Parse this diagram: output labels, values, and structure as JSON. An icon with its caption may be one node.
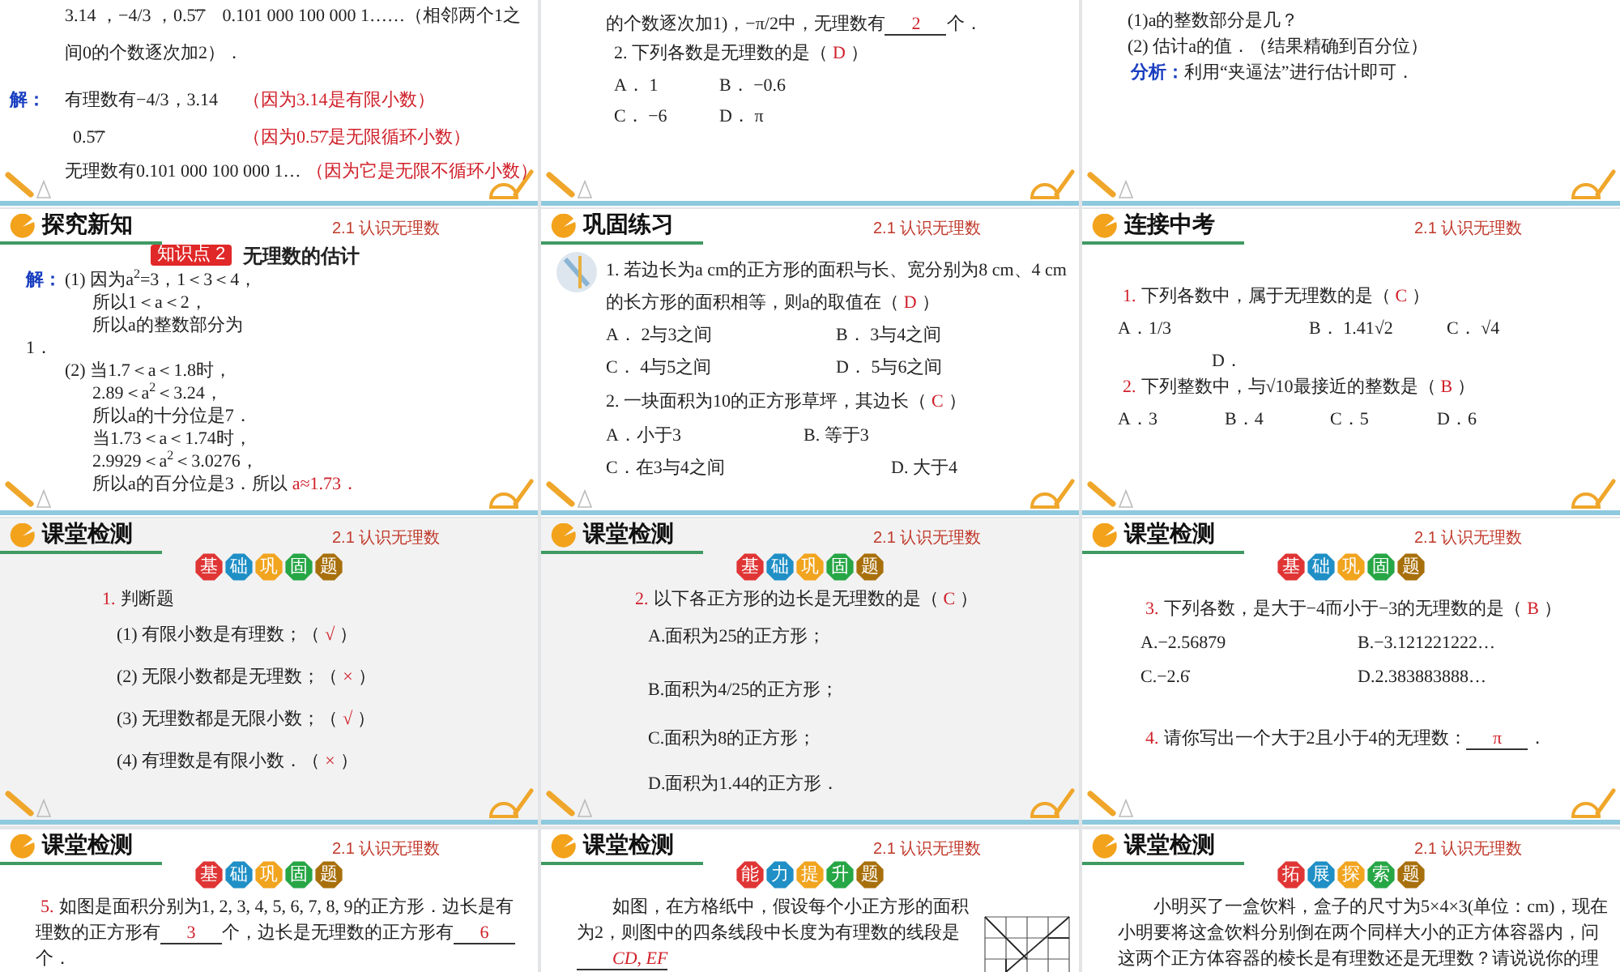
{
  "diagram": {
    "nodes": [
      {
        "text": [
          "3.14 ，−4/3 ，0.5̇7̇　0.101 000 100 000 1……（相邻两个1之间0的个数逐次加2）．",
          "解：",
          "有理数有−4/3，3.14",
          "（因为3.14是有限小数）",
          "0.5̇7̇",
          "（因为0.5̇7̇是无限循环小数）",
          "无理数有0.101 000 100 000 1…",
          "（因为它是无限不循环小数）"
        ]
      },
      {
        "text": [
          "的个数逐次加1)，−π/2中，无理数有",
          "2",
          "个．",
          "2. 下列各数是无理数的是（",
          "D",
          "）",
          "A． 1",
          "B． −0.6",
          "C． −6",
          "D． π"
        ]
      },
      {
        "text": [
          "(1)a的整数部分是几？",
          "(2) 估计a的值．（结果精确到百分位）",
          "分析：",
          "利用“夹逼法”进行估计即可．"
        ]
      },
      {
        "text": [
          "探究新知",
          "2.1 认识无理数",
          "无理数的估计",
          "解：",
          "(1) 因为a$^{2}$=3，1＜3＜4，",
          "所以1＜a＜2，",
          "所以a的整数部分为",
          "1．",
          "(2) 当1.7＜a＜1.8时，",
          "2.89＜a$^{2}$＜3.24，",
          "所以a的十分位是7．",
          "当1.73＜a＜1.74时，",
          "2.9929＜a$^{2}$＜3.0276，",
          "所以a的百分位是3．所以",
          "a≈1.73．"
        ]
      },
      {
        "text": [
          "知识点 2"
        ],
        "in": 3
      },
      {
        "text": [
          "巩固练习",
          "2.1 认识无理数",
          "1. 若边长为a cm的正方形的面积与长、宽分别为8 cm、4 cm的长方形的面积相等，则a的取值在（",
          "D",
          "）",
          "A． 2与3之间",
          "B． 3与4之间",
          "C． 4与5之间",
          "D． 5与6之间",
          "2. 一块面积为10的正方形草坪，其边长（",
          "C",
          "）",
          "A．小于3",
          "B. 等于3",
          "C．在3与4之间",
          "D. 大于4"
        ]
      },
      {
        "text": [
          "连接中考",
          "2.1 认识无理数",
          "1.",
          "下列各数中，属于无理数的是（",
          "C",
          "）",
          "A．1/3",
          "B． 1.41",
          "√2",
          "C． √4",
          "D．",
          "2.",
          "下列整数中，与√10最接近的整数是（",
          "B",
          "）",
          "A．3",
          "B．4",
          "C．5",
          "D．6"
        ]
      },
      {
        "text": [
          "课堂检测",
          "2.1 认识无理数",
          "1.",
          "判断题",
          "(1) 有限小数是有理数；（",
          "√",
          "）",
          "(2) 无限小数都是无理数；（",
          "×",
          "）",
          "(3) 无理数都是无限小数；（",
          "√",
          "）",
          "(4) 有理数是有限小数．（",
          "×",
          "）"
        ]
      },
      {
        "text": [
          "基础巩固题"
        ],
        "in": 7
      },
      {
        "text": [
          "课堂检测",
          "2.1 认识无理数",
          "2.",
          "以下各正方形的边长是无理数的是（",
          "C",
          "）",
          "A.面积为25的正方形；",
          "B.面积为4/25的正方形；",
          "C.面积为8的正方形；",
          "D.面积为1.44的正方形．"
        ]
      },
      {
        "text": [
          "基础巩固题"
        ],
        "in": 9
      },
      {
        "text": [
          "课堂检测",
          "2.1 认识无理数",
          "3.",
          "下列各数，是大于−4而小于−3的无理数的是（",
          "B",
          "）",
          "A.−2.56879",
          "B.−3.121221222…",
          "C.−2.6̇",
          "D.2.383883888…",
          "4.",
          "请你写出一个大于2且小于4的无理数：",
          "π",
          "．"
        ]
      },
      {
        "text": [
          "基础巩固题"
        ],
        "in": 11
      },
      {
        "text": [
          "课堂检测",
          "2.1 认识无理数",
          "5.",
          "如图是面积分别为1, 2, 3, 4, 5, 6, 7, 8, 9的正方形．边长是有理数的正方形有",
          "3",
          "个，边长是无理数的正方形有",
          "6",
          "个．"
        ]
      },
      {
        "text": [
          "基础巩固题"
        ],
        "in": 13
      },
      {
        "text": [
          "课堂检测",
          "2.1 认识无理数",
          "如图，在方格纸中，假设每个小正方形的面积为2，则图中的四条线段中长度为有理数的线段是",
          "*CD*, *EF*"
        ]
      },
      {
        "text": [
          "能力提升题"
        ],
        "in": 15
      },
      {
        "text": [
          "课堂检测",
          "2.1 认识无理数",
          "小明买了一盒饮料，盒子的尺寸为5×4×3(单位：cm)，现在小明要将这盒饮料分别倒在两个同样大小的正方体容器内，问这两个正方体容器的棱长是有理数还是无理数？请说说你的理"
        ]
      },
      {
        "text": [
          "拓展探索题"
        ],
        "in": 17
      }
    ]
  }
}
